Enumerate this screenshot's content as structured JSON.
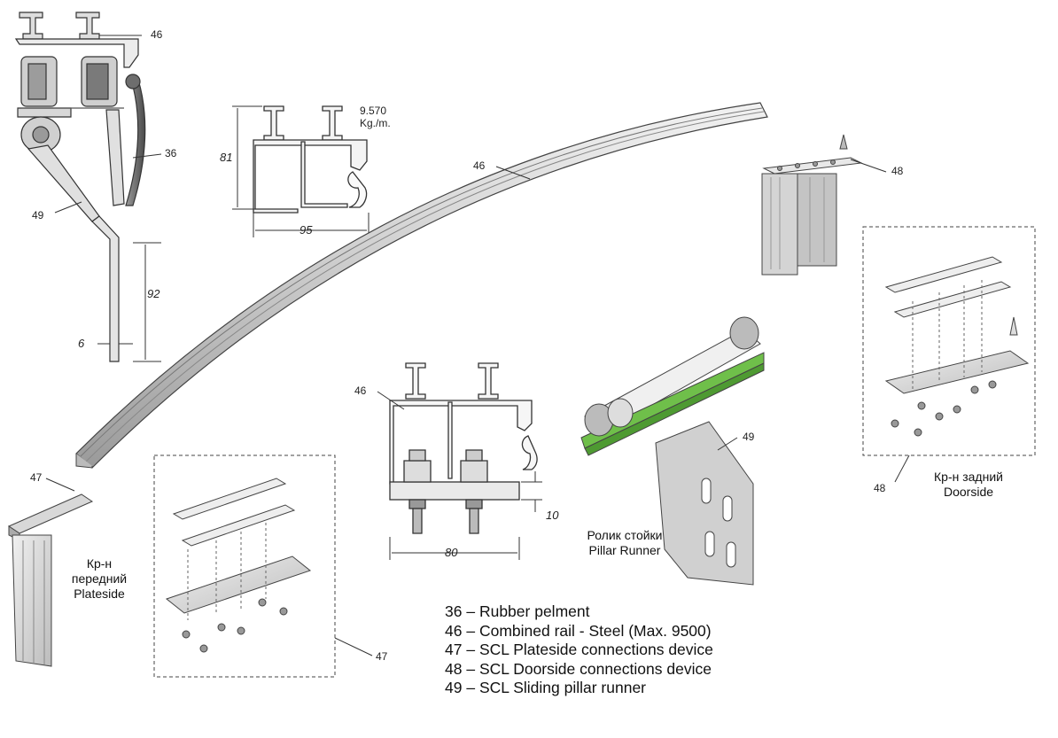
{
  "callouts": {
    "top_left_46": "46",
    "top_left_36": "36",
    "top_left_49": "49",
    "rail_46": "46",
    "doorside_48_top": "48",
    "plateside_47_left": "47",
    "bracket_46": "46",
    "runner_49": "49",
    "plateside_47_box": "47",
    "doorside_48_box": "48"
  },
  "dimensions": {
    "pillar_height": "92",
    "pillar_thickness": "6",
    "rail_height": "81",
    "rail_width": "95",
    "rail_weight_value": "9.570",
    "rail_weight_unit": "Kg./m.",
    "bracket_plate_thickness": "10",
    "bracket_width": "80"
  },
  "captions": {
    "plateside": [
      "Кр-н",
      "передний",
      "Plateside"
    ],
    "pillar_runner": [
      "Ролик стойки",
      "Pillar Runner"
    ],
    "doorside": [
      "Кр-н задний",
      "Doorside"
    ]
  },
  "legend": [
    {
      "code": "36",
      "text": "Rubber pelment"
    },
    {
      "code": "46",
      "text": "Combined rail - Steel (Max. 9500)"
    },
    {
      "code": "47",
      "text": "SCL Plateside connections device"
    },
    {
      "code": "48",
      "text": "SCL Doorside connections device"
    },
    {
      "code": "49",
      "text": "SCL Sliding pillar runner"
    }
  ],
  "legend_separator": "–",
  "colors": {
    "line": "#333333",
    "metal_light": "#e4e4e4",
    "metal_mid": "#bdbdbd",
    "metal_dark": "#8c8c8c",
    "rubber": "#6e6e6e",
    "green_strip": "#6fbf4a"
  }
}
